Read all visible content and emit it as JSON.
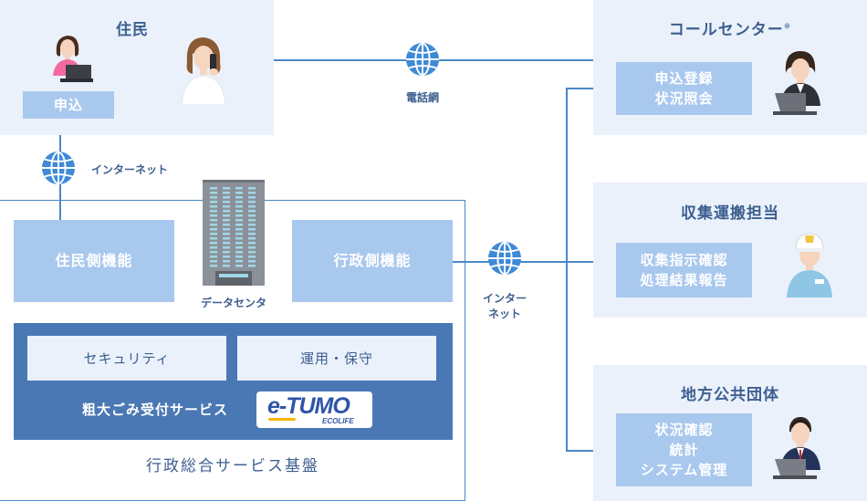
{
  "resident": {
    "title": "住民",
    "apply_label": "申込"
  },
  "call_center": {
    "title": "コールセンター",
    "note_mark": "※",
    "button_line1": "申込登録",
    "button_line2": "状況照会"
  },
  "collection": {
    "title": "収集運搬担当",
    "button_line1": "収集指示確認",
    "button_line2": "処理結果報告"
  },
  "local_gov": {
    "title": "地方公共団体",
    "button_line1": "状況確認",
    "button_line2": "統計",
    "button_line3": "システム管理"
  },
  "network": {
    "phone_label": "電話網",
    "internet_label": "インターネット",
    "internet_right_line1": "インター",
    "internet_right_line2": "ネット"
  },
  "platform": {
    "resident_func": "住民側機能",
    "admin_func": "行政側機能",
    "datacenter_label": "データセンタ",
    "security": "セキュリティ",
    "operation": "運用・保守",
    "bulky_service": "粗大ごみ受付サービス",
    "logo_main": "e-TUMO",
    "logo_sub": "ECOLIFE",
    "base_title": "行政総合サービス基盤"
  },
  "colors": {
    "panel_bg": "#eaf1fb",
    "button_blue": "#a9c8ee",
    "dark_blue": "#4a78b4",
    "line_blue": "#4a87c8",
    "logo_blue": "#2f55a8",
    "logo_yellow": "#f5b400"
  }
}
